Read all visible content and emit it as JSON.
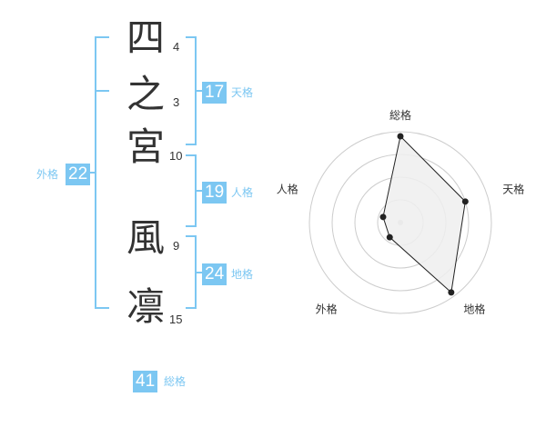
{
  "name": {
    "characters": [
      {
        "char": "四",
        "strokes": "4"
      },
      {
        "char": "之",
        "strokes": "3"
      },
      {
        "char": "宮",
        "strokes": "10"
      },
      {
        "char": "風",
        "strokes": "9"
      },
      {
        "char": "凛",
        "strokes": "15"
      }
    ]
  },
  "fortune": {
    "tenkaku": {
      "value": "17",
      "label": "天格"
    },
    "jinkaku": {
      "value": "19",
      "label": "人格"
    },
    "chikaku": {
      "value": "24",
      "label": "地格"
    },
    "gaikaku": {
      "value": "22",
      "label": "外格"
    },
    "soukaku": {
      "value": "41",
      "label": "総格"
    }
  },
  "colors": {
    "accent": "#7cc7f2",
    "text": "#333333",
    "grid": "#cccccc",
    "fill": "#eeeeee"
  },
  "chart_data": {
    "type": "radar",
    "axes": [
      "総格",
      "天格",
      "地格",
      "外格",
      "人格"
    ],
    "values": [
      0.95,
      0.75,
      0.95,
      0.2,
      0.2
    ],
    "range": [
      0,
      1
    ],
    "rings": 4
  }
}
